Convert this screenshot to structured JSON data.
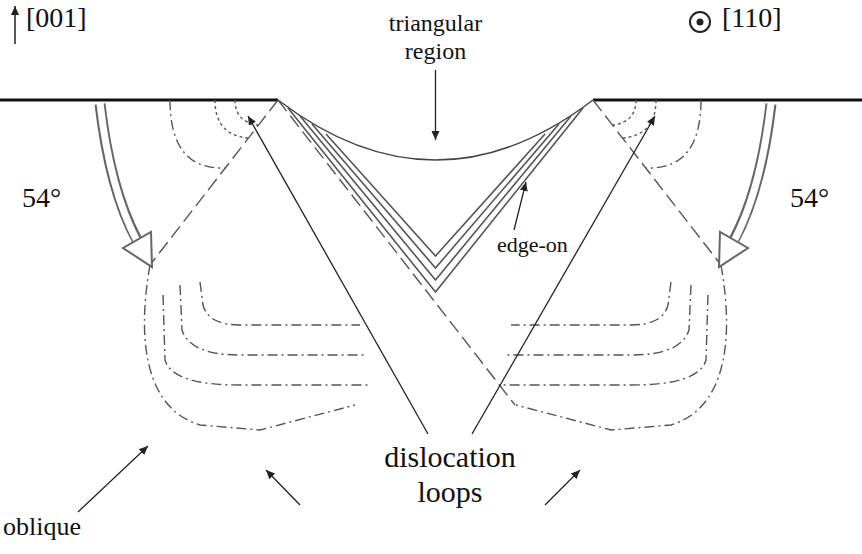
{
  "diagram": {
    "labels": [
      "[001]",
      "[110]",
      "triangular region",
      "54°",
      "54°",
      "edge-on",
      "oblique",
      "dislocation loops"
    ]
  }
}
